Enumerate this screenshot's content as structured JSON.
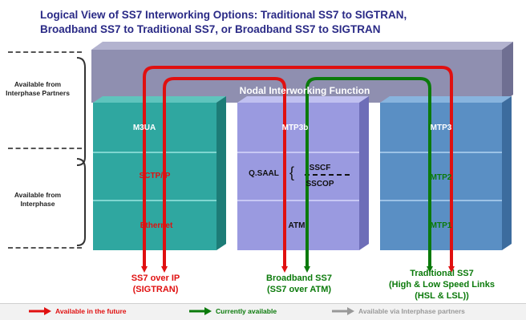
{
  "title": {
    "line1": "Logical View of SS7 Interworking Options:  Traditional SS7 to SIGTRAN,",
    "line2": "Broadband SS7 to Traditional SS7, or Broadband SS7 to SIGTRAN"
  },
  "side_labels": {
    "partners": "Available from Interphase Partners",
    "interphase": "Available from Interphase"
  },
  "nodal": "Nodal Interworking Function",
  "stacks": {
    "sigtran": {
      "top": "M3UA",
      "mid": "SCTP/IP",
      "bottom": "Ethernet"
    },
    "broadband": {
      "top": "MTP3b",
      "mid_left": "Q.SAAL",
      "mid_brace": "{",
      "mid_upper": "SSCF",
      "mid_lower": "SSCOP",
      "bottom": "ATM"
    },
    "traditional": {
      "top": "MTP3",
      "mid": "MTP2",
      "bottom": "MTP1"
    }
  },
  "outputs": {
    "sigtran": {
      "line1": "SS7 over IP",
      "line2": "(SIGTRAN)"
    },
    "broadband": {
      "line1": "Broadband SS7",
      "line2": "(SS7 over ATM)"
    },
    "traditional": {
      "line1": "Traditional SS7",
      "line2": "(High & Low Speed Links",
      "line3": "(HSL & LSL))"
    }
  },
  "legend": {
    "future": "Available in the future",
    "current": "Currently available",
    "partners": "Available via Interphase partners"
  },
  "colors": {
    "title": "#2a2a86",
    "future": "#e01010",
    "current": "#0b7a0b",
    "partners": "#999999",
    "nodal_band": "#8f8fb0",
    "sigtran_stack": "#2fa7a0",
    "broadband_stack": "#9a9ae0",
    "traditional_stack": "#5a8fc4"
  }
}
